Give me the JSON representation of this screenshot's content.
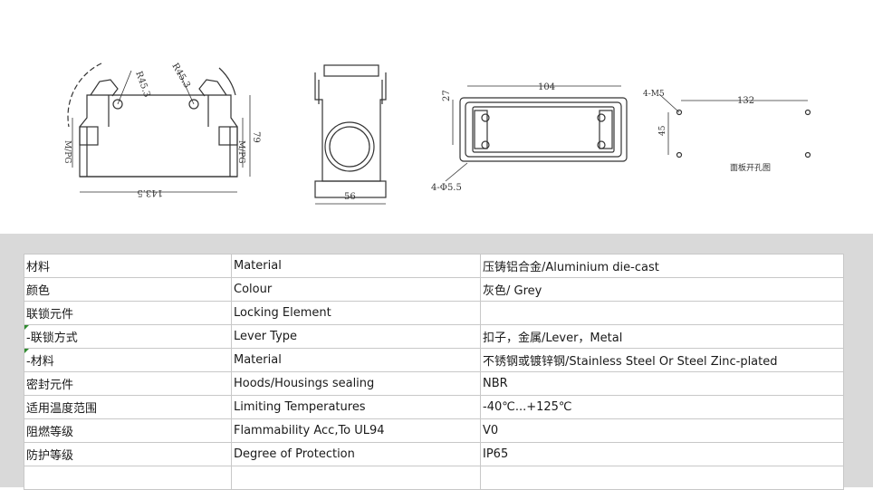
{
  "drawing": {
    "dim_r1": "R45.3",
    "dim_r2": "R45.3",
    "dim_left_bolt": "M/PG",
    "dim_right_bolt": "M/PG",
    "dim_height": "79",
    "dim_length": "143.5",
    "dim_width": "56",
    "dim_top": "104",
    "dim_side": "27",
    "dim_holes": "4-Φ5.5",
    "dim_m5": "4-M5",
    "dim_132": "132",
    "dim_45": "45",
    "caption": "面板开孔图"
  },
  "table": {
    "rows": [
      {
        "zh": "材料",
        "en": "Material",
        "value": "压铸铝合金/Aluminium die-cast"
      },
      {
        "zh": "颜色",
        "en": "Colour",
        "value": "灰色/ Grey"
      },
      {
        "zh": "联锁元件",
        "en": "Locking Element",
        "value": ""
      },
      {
        "zh": " -联锁方式",
        "en": "Lever Type",
        "value": "扣子，金属/Lever，Metal"
      },
      {
        "zh": " -材料",
        "en": "Material",
        "value": "不锈钢或镀锌钢/Stainless Steel Or Steel Zinc-plated"
      },
      {
        "zh": "密封元件",
        "en": "Hoods/Housings sealing",
        "value": "NBR"
      },
      {
        "zh": "适用温度范围",
        "en": "Limiting Temperatures",
        "value": "-40℃...+125℃"
      },
      {
        "zh": "阻燃等级",
        "en": "Flammability Acc,To UL94",
        "value": "V0"
      },
      {
        "zh": "防护等级",
        "en": "Degree of Protection",
        "value": "IP65"
      },
      {
        "zh": "",
        "en": "",
        "value": ""
      }
    ]
  }
}
